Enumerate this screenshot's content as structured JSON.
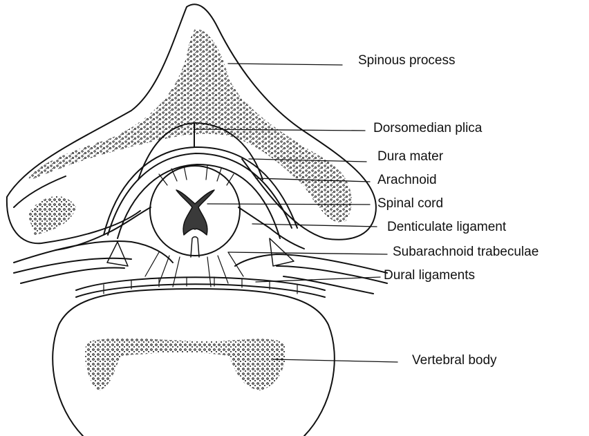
{
  "diagram": {
    "labels": {
      "spinous_process": "Spinous process",
      "dorsomedian_plica": "Dorsomedian plica",
      "dura_mater": "Dura mater",
      "arachnoid": "Arachnoid",
      "spinal_cord": "Spinal cord",
      "denticulate_ligament": "Denticulate ligament",
      "subarachnoid_trabeculae": "Subarachnoid trabeculae",
      "dural_ligaments": "Dural ligaments",
      "vertebral_body": "Vertebral body"
    },
    "colors": {
      "ink": "#111111",
      "grey_matter": "#3a3a3a",
      "background": "#ffffff"
    }
  }
}
